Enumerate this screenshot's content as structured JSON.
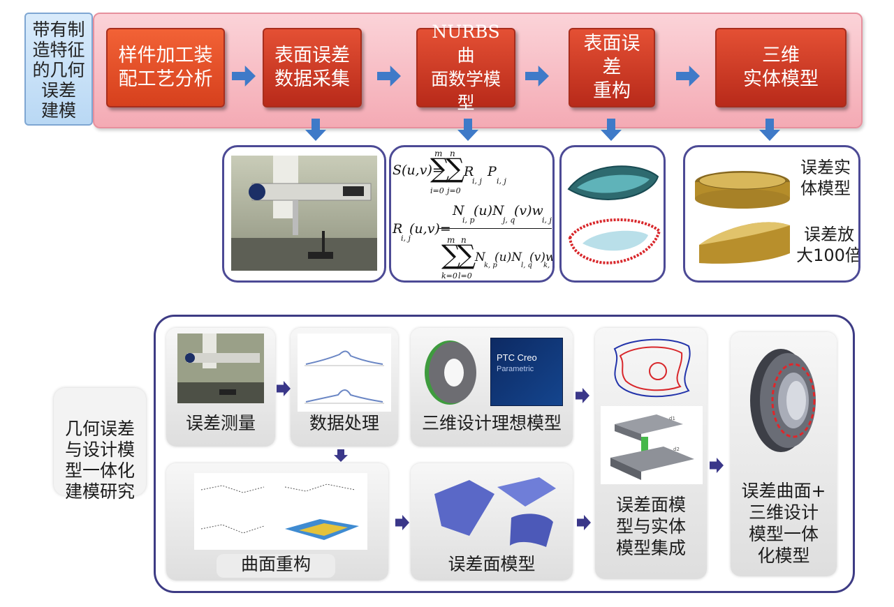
{
  "top": {
    "title": "带有制\n造特征\n的几何\n误差\n建模",
    "steps": [
      "样件加工装\n配工艺分析",
      "表面误差\n数据采集",
      "NURBS曲\n面数学模型",
      "表面误差\n重构",
      "三维\n实体模型"
    ],
    "equation": {
      "s_lhs": "S(u,v)=",
      "sum_m": "m",
      "sum_n": "n",
      "sum_i0": "i=0",
      "sum_j0": "j=0",
      "r_term": "R",
      "r_sub": "i, j",
      "p_term": "P",
      "p_sub": "i, j",
      "r_lhs": "R",
      "r_lhs_sub": "i, j",
      "r_lhs_args": "(u,v)=",
      "numerator": "N",
      "num_sub1": "i, p",
      "num_mid1": "(u)N",
      "num_sub2": "j, q",
      "num_mid2": "(v)w",
      "num_sub3": "i, j",
      "den_m": "m",
      "den_n": "n",
      "den_k0": "k=0",
      "den_l0": "l=0",
      "denominator": "N",
      "den_sub1": "k, p",
      "den_mid1": "(u)N",
      "den_sub2": "l, q",
      "den_mid2": "(v)w",
      "den_sub3": "k, l"
    },
    "solid_labels": [
      "误差实\n体模型",
      "误差放\n大100倍"
    ]
  },
  "bottom": {
    "title": "几何误差\n与设计模\n型一体化\n建模研究",
    "measure": "误差测量",
    "process": "数据处理",
    "design": "三维设计理想模型",
    "ptc_line1": "PTC Creo",
    "ptc_line2": "Parametric",
    "integrate": "误差面模\n型与实体\n模型集成",
    "final": "误差曲面+\n三维设计\n模型一体\n化模型",
    "reconstruct": "曲面重构",
    "error_surface": "误差面模型",
    "dim_a": "d1",
    "dim_b": "d2"
  },
  "colors": {
    "arrow_blue": "#3f7ac8",
    "arrow_purple": "#3a3789",
    "step_red": "#c6351f",
    "panel_border": "#4c4a95"
  }
}
